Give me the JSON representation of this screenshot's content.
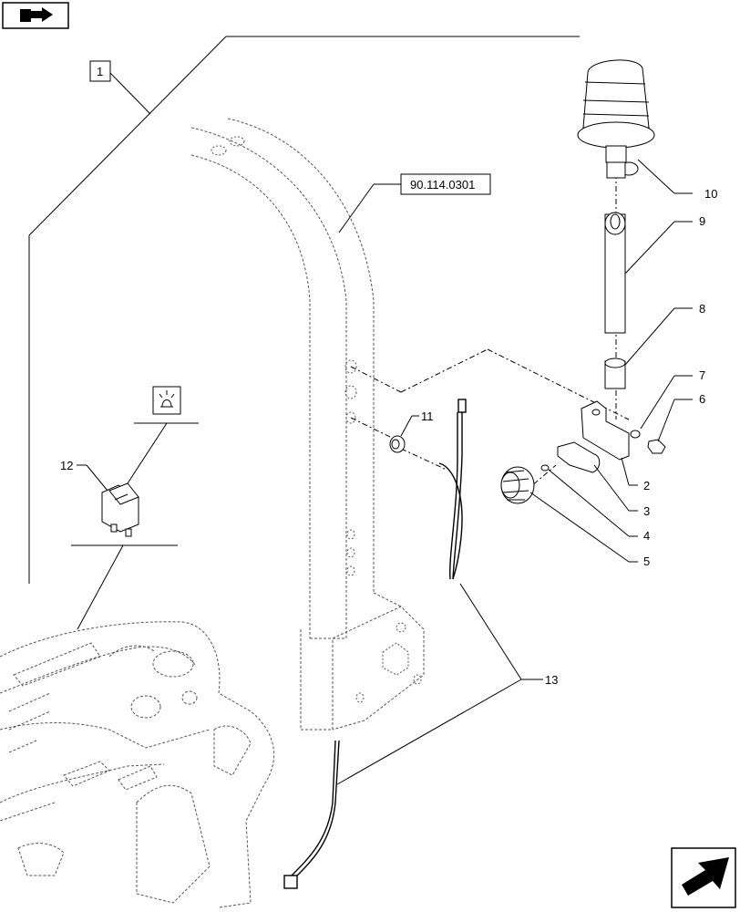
{
  "diagram": {
    "assembly_label": "1",
    "frame_reference": "90.114.0301",
    "callouts": [
      "2",
      "3",
      "4",
      "5",
      "6",
      "7",
      "8",
      "9",
      "10",
      "11",
      "12",
      "13"
    ]
  },
  "nav": {
    "top_icon": "book-arrow-icon",
    "bottom_icon": "next-page-arrow-icon"
  }
}
